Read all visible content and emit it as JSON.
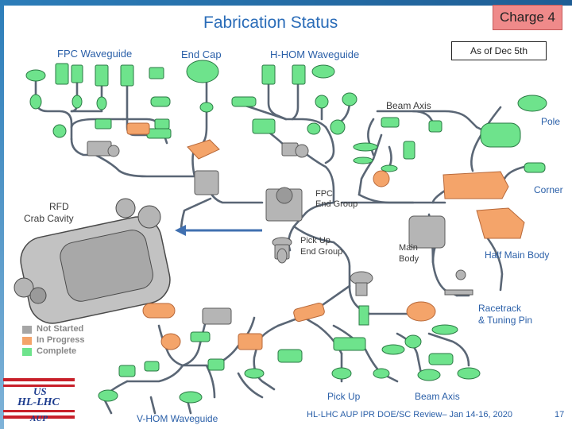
{
  "header": {
    "title": "Fabrication Status",
    "charge": "Charge 4",
    "as_of": "As of Dec 5th"
  },
  "labels": {
    "fpc_waveguide": "FPC Waveguide",
    "end_cap": "End Cap",
    "hhom_waveguide": "H-HOM Waveguide",
    "beam_axis_top": "Beam Axis",
    "pole": "Pole",
    "corner": "Corner",
    "rfd_line1": "RFD",
    "rfd_line2": "Crab Cavity",
    "fpc_end_group_1": "FPC",
    "fpc_end_group_2": "End Group",
    "pickup_end_group_1": "Pick Up",
    "pickup_end_group_2": "End Group",
    "main_body_1": "Main",
    "main_body_2": "Body",
    "half_main_body": "Half Main Body",
    "racetrack_1": "Racetrack",
    "racetrack_2": "& Tuning Pin",
    "pick_up": "Pick Up",
    "beam_axis_bottom": "Beam Axis",
    "vhom_waveguide": "V-HOM Waveguide"
  },
  "legend": [
    {
      "label": "Not Started",
      "color": "#a6a6a6"
    },
    {
      "label": "In Progress",
      "color": "#f4a46a"
    },
    {
      "label": "Complete",
      "color": "#6ee38c"
    }
  ],
  "footer": {
    "text": "HL-LHC AUP IPR DOE/SC Review– Jan 14-16, 2020",
    "page": "17"
  },
  "logo": {
    "line1": "US",
    "line2": "HL-LHC",
    "line3": "AUP"
  },
  "colors": {
    "complete": "#6ee38c",
    "in_progress": "#f4a46a",
    "not_started": "#a6a6a6",
    "line": "#5a6675",
    "accent": "#2a5fa8"
  }
}
